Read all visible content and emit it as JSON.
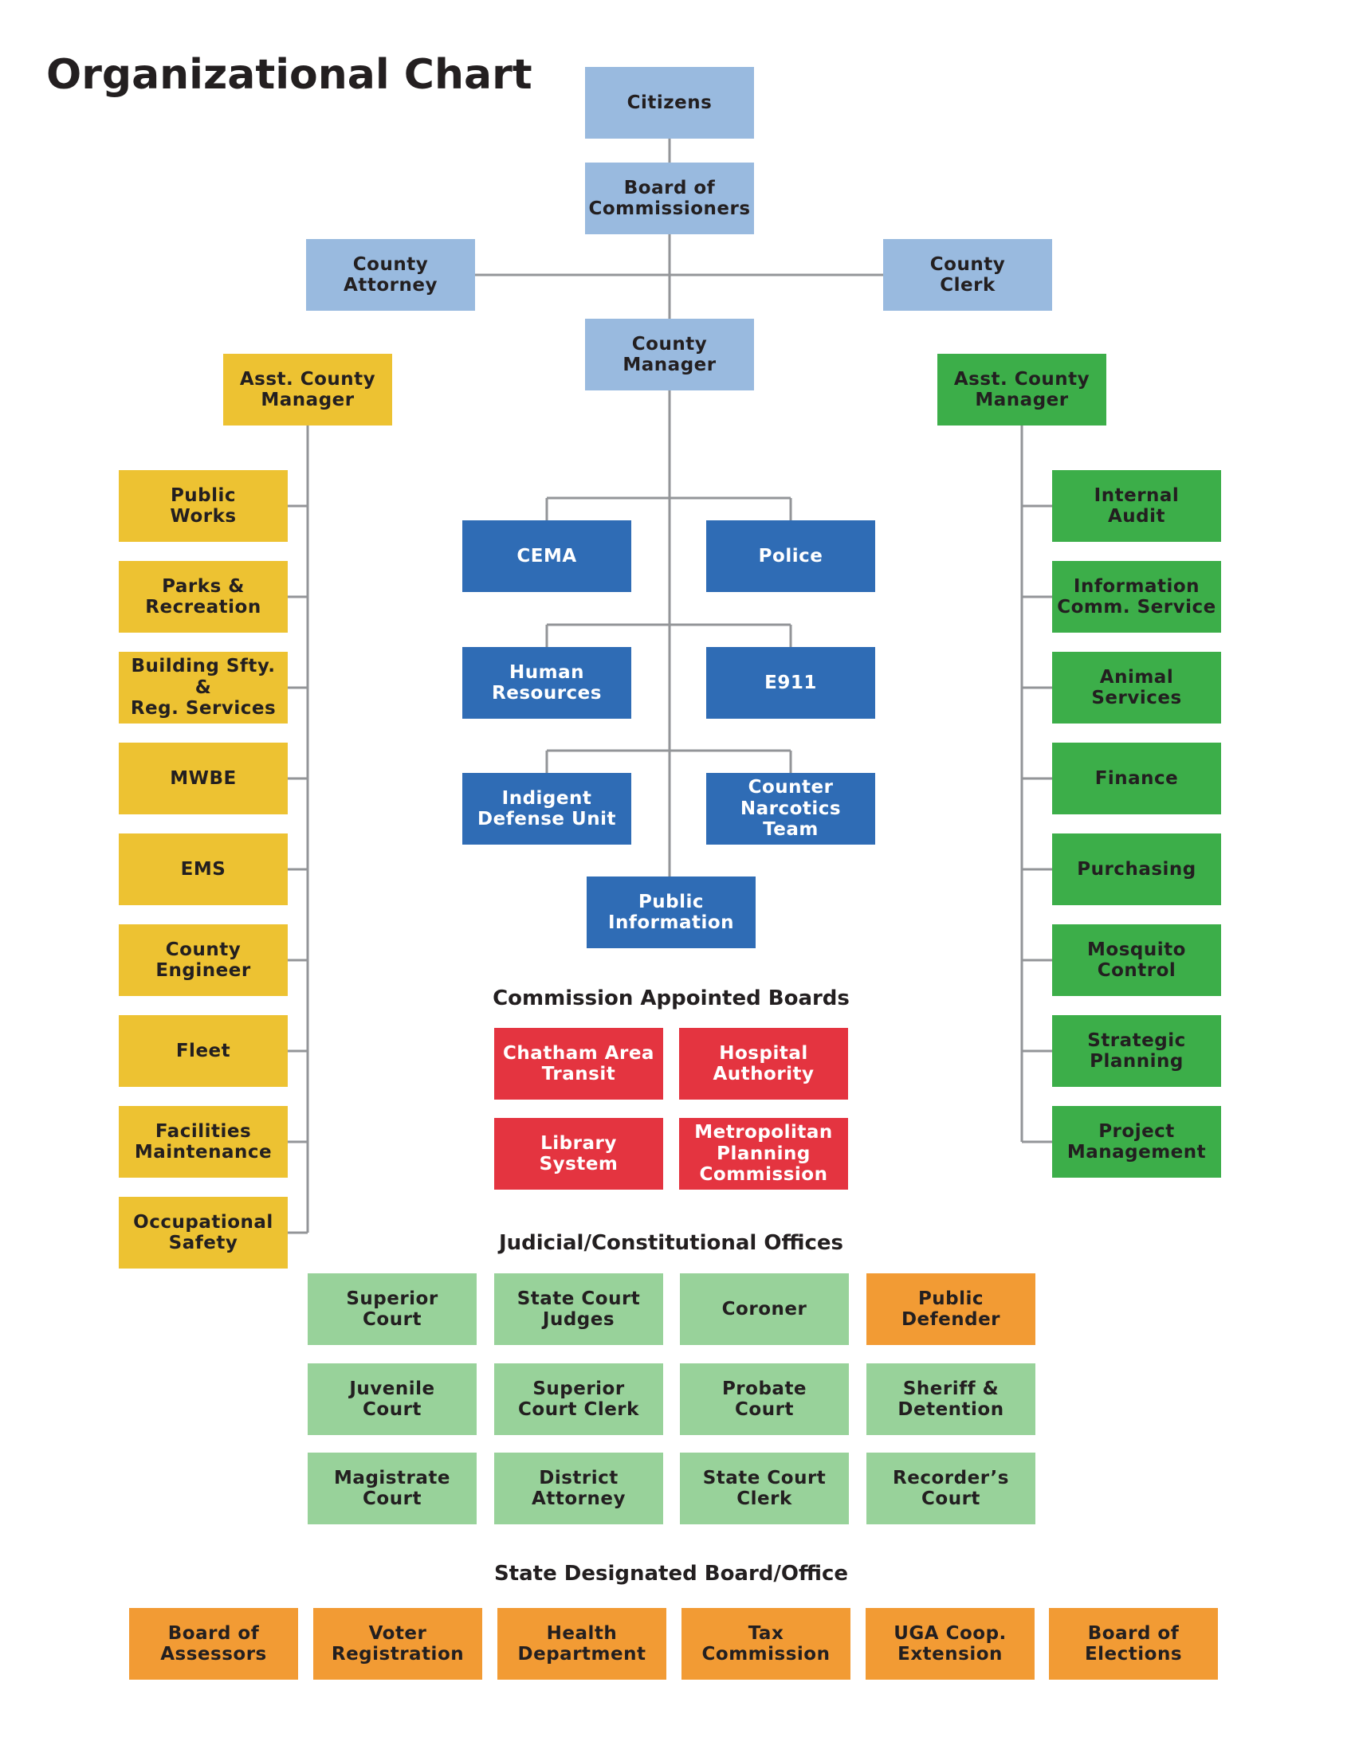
{
  "page_title": "Organizational Chart",
  "colors": {
    "light_blue": "#99badf",
    "dark_blue": "#2f6cb5",
    "yellow": "#edc232",
    "green": "#3cae49",
    "red": "#e43440",
    "light_green": "#98d29a",
    "orange": "#f29b34",
    "connector": "#939598"
  },
  "top": {
    "citizens": "Citizens",
    "board": "Board of\nCommissioners",
    "attorney": "County\nAttorney",
    "clerk": "County\nClerk",
    "manager": "County\nManager"
  },
  "left_branch": {
    "head": "Asst. County\nManager",
    "items": [
      "Public\nWorks",
      "Parks &\nRecreation",
      "Building Sfty. &\nReg. Services",
      "MWBE",
      "EMS",
      "County\nEngineer",
      "Fleet",
      "Facilities\nMaintenance",
      "Occupational\nSafety"
    ]
  },
  "right_branch": {
    "head": "Asst. County\nManager",
    "items": [
      "Internal\nAudit",
      "Information\nComm. Service",
      "Animal\nServices",
      "Finance",
      "Purchasing",
      "Mosquito\nControl",
      "Strategic\nPlanning",
      "Project\nManagement"
    ]
  },
  "center_units": [
    "CEMA",
    "Police",
    "Human\nResources",
    "E911",
    "Indigent\nDefense Unit",
    "Counter\nNarcotics Team",
    "Public\nInformation"
  ],
  "commission_boards": {
    "heading": "Commission Appointed Boards",
    "items": [
      "Chatham Area\nTransit",
      "Hospital\nAuthority",
      "Library\nSystem",
      "Metropolitan\nPlanning\nCommission"
    ]
  },
  "judicial": {
    "heading": "Judicial/Constitutional Offices",
    "items": [
      {
        "label": "Superior\nCourt",
        "color": "light_green"
      },
      {
        "label": "State Court\nJudges",
        "color": "light_green"
      },
      {
        "label": "Coroner",
        "color": "light_green"
      },
      {
        "label": "Public\nDefender",
        "color": "orange"
      },
      {
        "label": "Juvenile\nCourt",
        "color": "light_green"
      },
      {
        "label": "Superior\nCourt Clerk",
        "color": "light_green"
      },
      {
        "label": "Probate\nCourt",
        "color": "light_green"
      },
      {
        "label": "Sheriff &\nDetention",
        "color": "light_green"
      },
      {
        "label": "Magistrate\nCourt",
        "color": "light_green"
      },
      {
        "label": "District\nAttorney",
        "color": "light_green"
      },
      {
        "label": "State Court\nClerk",
        "color": "light_green"
      },
      {
        "label": "Recorder’s\nCourt",
        "color": "light_green"
      }
    ]
  },
  "state_designated": {
    "heading": "State Designated Board/Office",
    "items": [
      "Board of\nAssessors",
      "Voter\nRegistration",
      "Health\nDepartment",
      "Tax\nCommission",
      "UGA Coop.\nExtension",
      "Board of\nElections"
    ]
  }
}
